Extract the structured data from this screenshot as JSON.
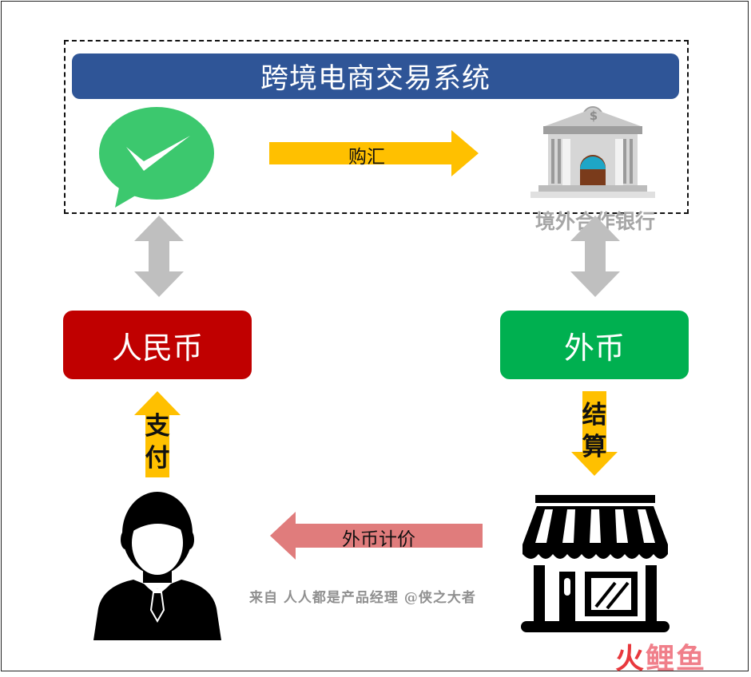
{
  "title": "跨境电商交易系统",
  "arrows": {
    "purchase_fx": "购汇",
    "pay_char1": "支",
    "pay_char2": "付",
    "settle_char1": "结",
    "settle_char2": "算",
    "fx_pricing": "外币计价"
  },
  "boxes": {
    "rmb": "人民币",
    "foreign_currency": "外币"
  },
  "bank_label": "境外合作银行",
  "bank_sign": "$",
  "watermark": "来自 人人都是产品经理 @侠之大者",
  "brand": {
    "part1": "火",
    "part2": "鲤鱼"
  },
  "colors": {
    "title_bar": "#2f5597",
    "rmb_box": "#c00000",
    "fx_box": "#00b050",
    "yellow_arrow": "#ffc000",
    "pink_arrow": "#e07c7c",
    "gray_arrow": "#bfbfbf",
    "wechat_green": "#3cc86e"
  },
  "icons": [
    "wechat-pay-icon",
    "bank-building-icon",
    "person-icon",
    "storefront-icon"
  ]
}
